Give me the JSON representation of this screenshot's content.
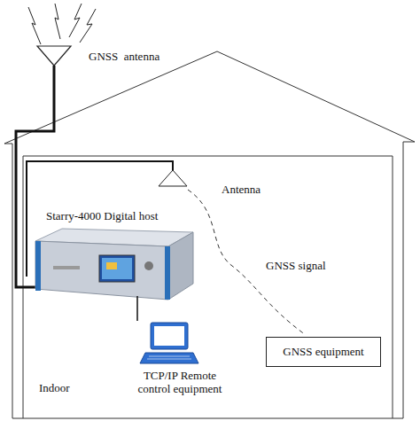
{
  "diagram": {
    "nodes": [
      {
        "text": [
          "GNSS equipment"
        ]
      }
    ],
    "labels": [
      "GNSS  antenna",
      "Antenna",
      "Starry-4000 Digital host",
      "GNSS signal",
      "TCP/IP Remote control equipment",
      "Indoor"
    ]
  }
}
